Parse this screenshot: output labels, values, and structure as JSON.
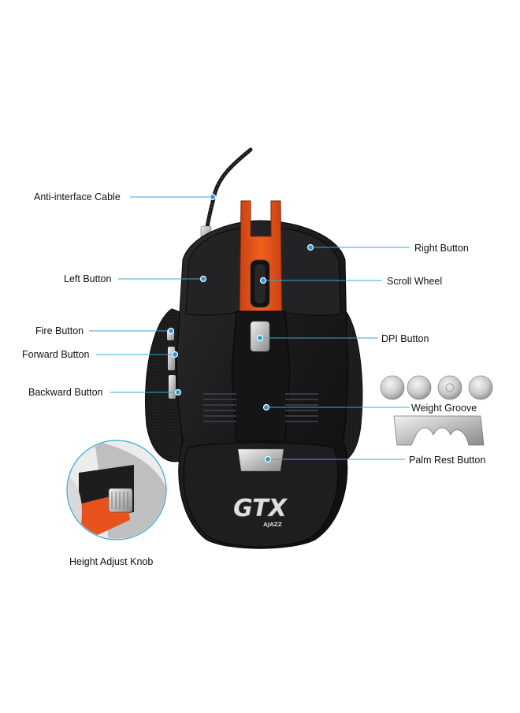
{
  "labels": {
    "anti_interface_cable": "Anti-interface Cable",
    "left_button": "Left Button",
    "fire_button": "Fire Button",
    "forward_button": "Forward Button",
    "backward_button": "Backward Button",
    "right_button": "Right Button",
    "scroll_wheel": "Scroll Wheel",
    "dpi_button": "DPI Button",
    "weight_groove": "Weight Groove",
    "palm_rest_button": "Palm Rest Button",
    "height_adjust_knob": "Height Adjust Knob"
  },
  "logo_text": "GTX",
  "logo_subtext": "AJAZZ",
  "colors": {
    "accent_orange": "#e8521c",
    "body_black": "#1c1c1e",
    "callout_blue": "#2a9ad6"
  }
}
